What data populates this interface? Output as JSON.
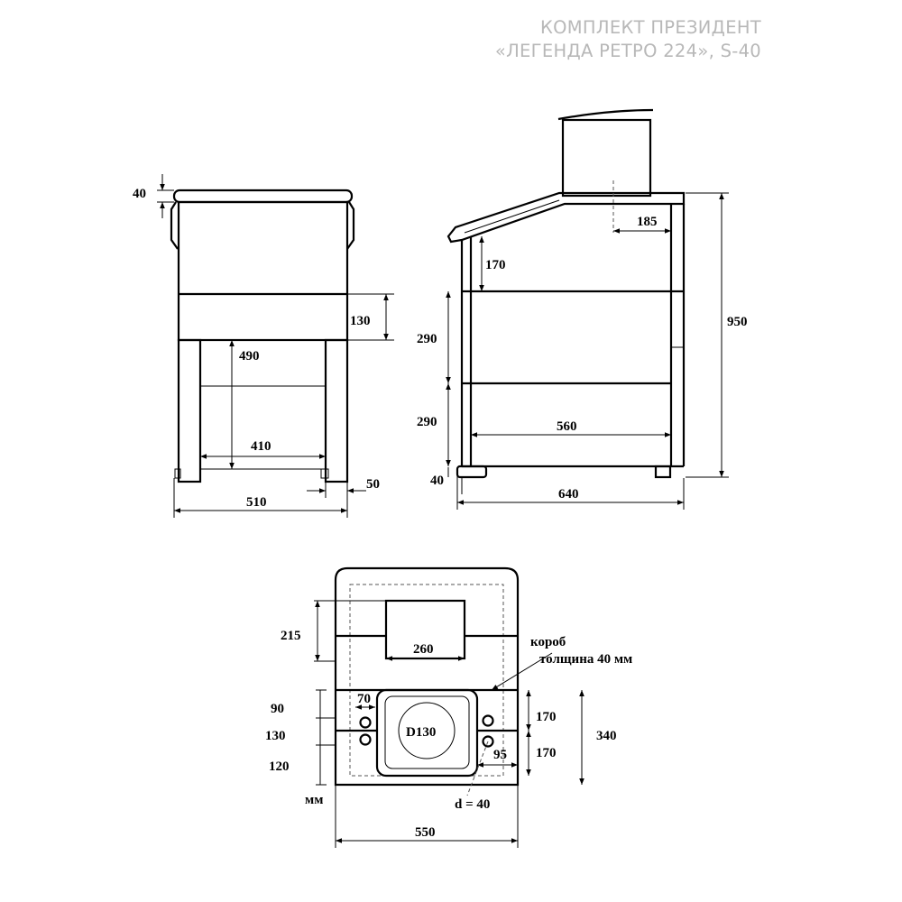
{
  "title": {
    "line1": "КОМПЛЕКТ ПРЕЗИДЕНТ",
    "line2": "«ЛЕГЕНДА РЕТРО 224», S-40"
  },
  "front_view": {
    "dim_top": "40",
    "dim_band": "130",
    "dim_height": "490",
    "dim_inner_width": "410",
    "dim_foot": "50",
    "dim_width": "510"
  },
  "side_view": {
    "dim_flue_offset": "185",
    "dim_slope": "170",
    "dim_upper": "290",
    "dim_lower": "290",
    "dim_total_height": "950",
    "dim_depth_inner": "560",
    "dim_foot": "40",
    "dim_depth": "640"
  },
  "plan_view": {
    "dim_flue_depth": "215",
    "dim_flue_width": "260",
    "box_label_1": "короб",
    "box_label_2": "толщина 40 мм",
    "dim_a": "90",
    "dim_b": "130",
    "dim_c": "120",
    "dim_hole_spacing": "70",
    "dim_right_upper": "170",
    "dim_right_lower": "170",
    "dim_total_depth": "340",
    "dim_hole_offset": "95",
    "firebox_diameter": "D130",
    "hole_diameter": "d = 40",
    "unit": "мм",
    "dim_width": "550"
  }
}
